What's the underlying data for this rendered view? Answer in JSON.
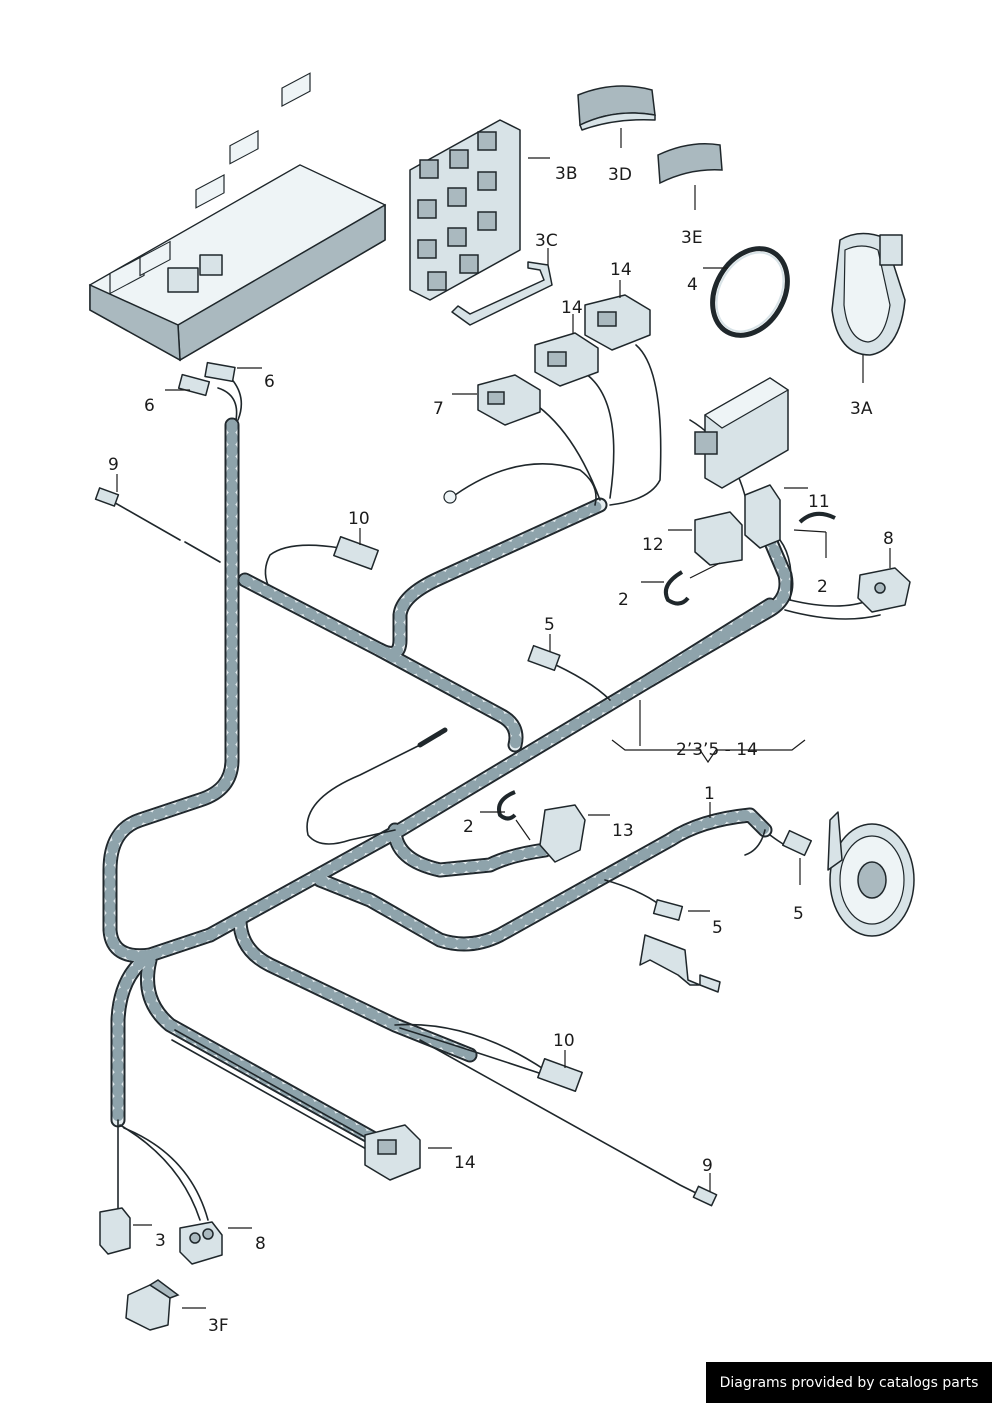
{
  "credit": "Diagrams provided by catalogs parts",
  "callouts": {
    "c3B": "3B",
    "c3D": "3D",
    "c3C": "3C",
    "c3E": "3E",
    "c14a": "14",
    "c14b": "14",
    "c4": "4",
    "c3A": "3A",
    "c6a": "6",
    "c6b": "6",
    "c7": "7",
    "c9a": "9",
    "c10a": "10",
    "c11": "11",
    "c12": "12",
    "c8a": "8",
    "c2a": "2",
    "c2b": "2",
    "c5a": "5",
    "cRange": "2’3’5 - 14",
    "c1": "1",
    "c2c": "2",
    "c13": "13",
    "c5b": "5",
    "c5c": "5",
    "c10b": "10",
    "c14c": "14",
    "c9b": "9",
    "c3": "3",
    "c8b": "8",
    "c3F": "3F"
  }
}
